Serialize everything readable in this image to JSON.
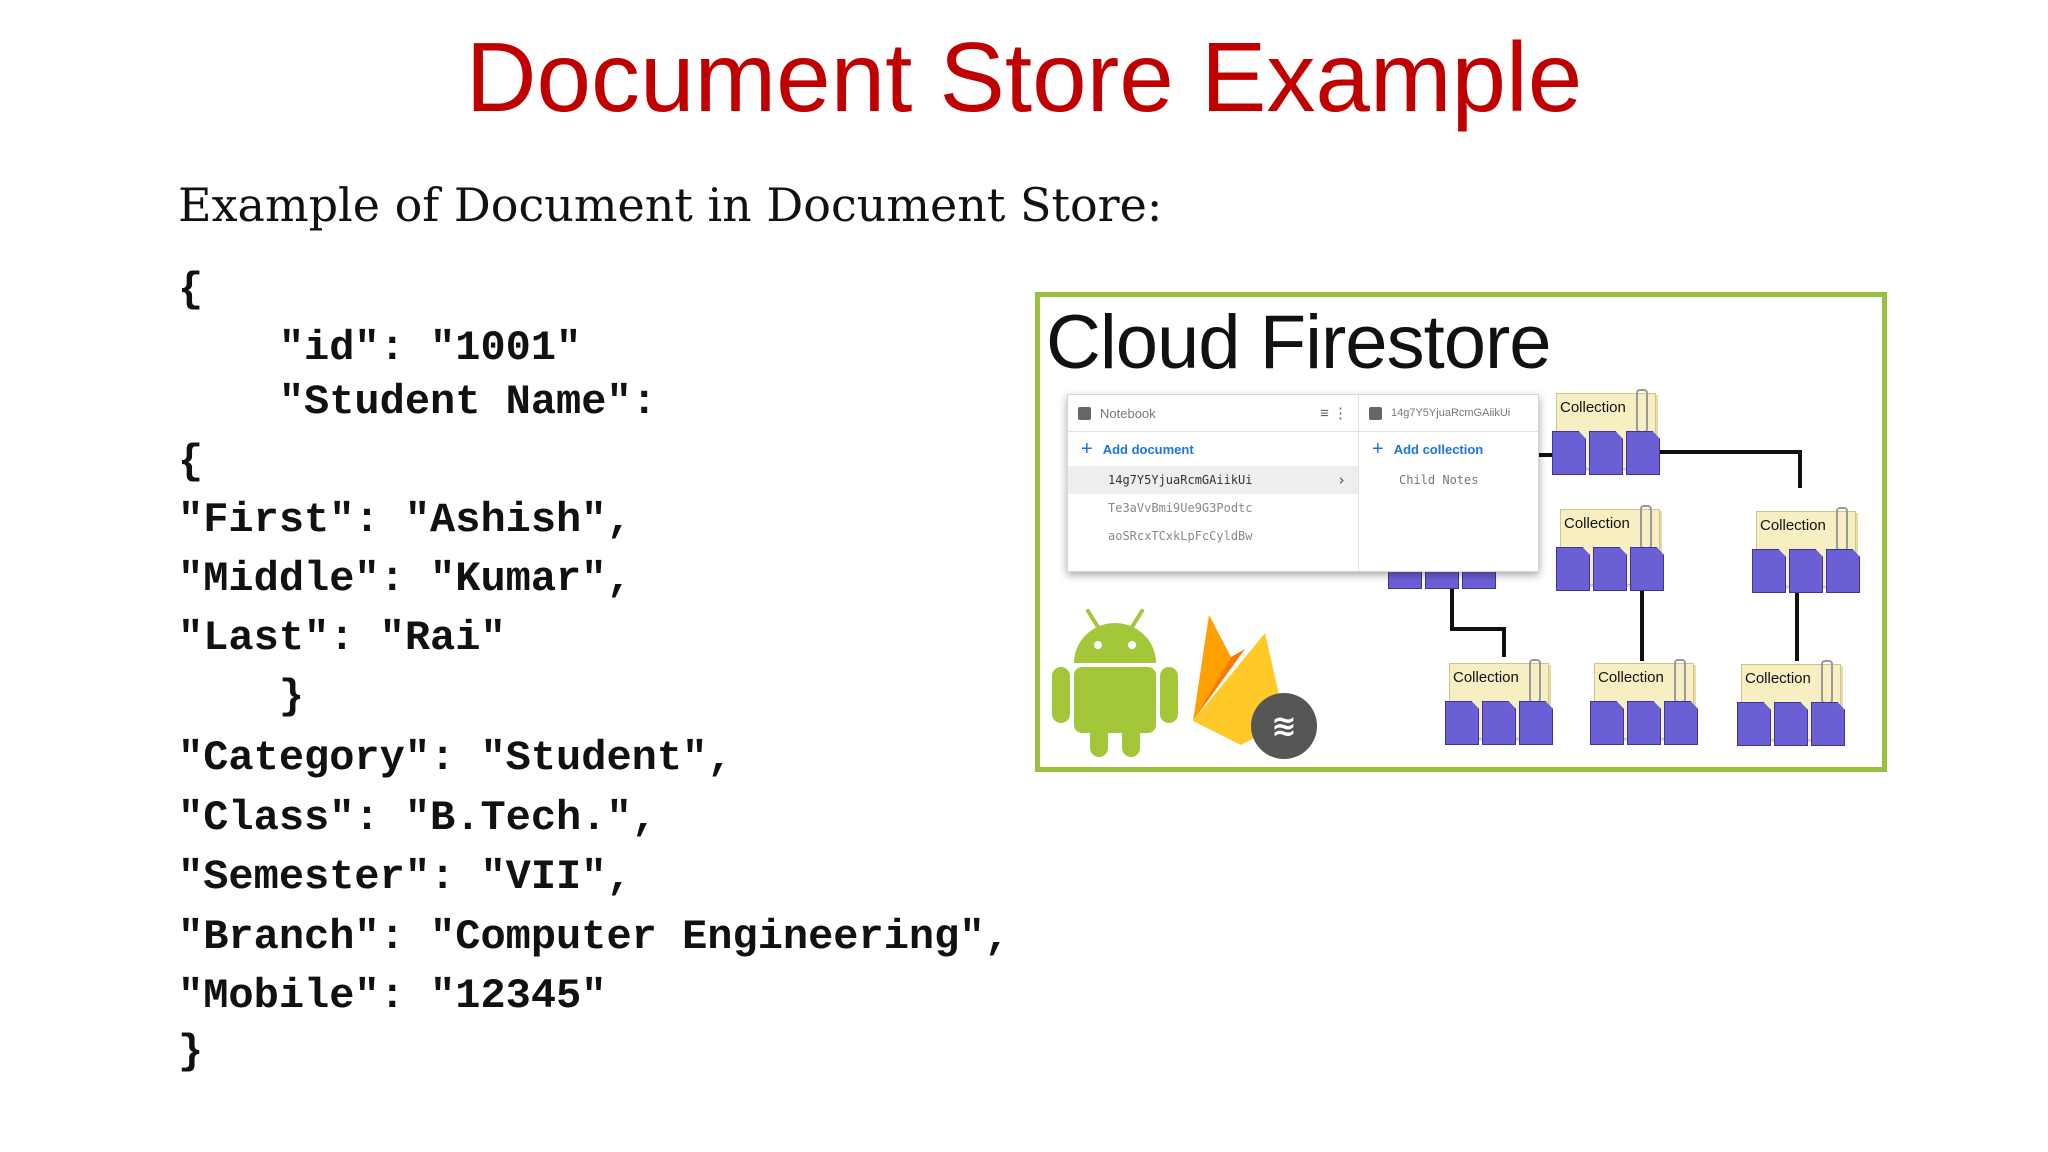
{
  "slide": {
    "title": "Document Store Example",
    "subheading": "Example of Document in Document Store:"
  },
  "code_lines": [
    "{",
    "    \"id\": \"1001\"",
    "    \"Student Name\":",
    "{",
    "\"First\": \"Ashish\",",
    "\"Middle\": \"Kumar\",",
    "\"Last\": \"Rai\"",
    "    }",
    "\"Category\": \"Student\",",
    "\"Class\": \"B.Tech.\",",
    "\"Semester\": \"VII\",",
    "\"Branch\": \"Computer Engineering\",",
    "\"Mobile\": \"12345\"",
    "}"
  ],
  "firestore": {
    "title": "Cloud Firestore",
    "left_column": {
      "header": "Notebook",
      "add_label": "Add document",
      "documents": [
        "14g7Y5YjuaRcmGAiikUi",
        "Te3aVvBmi9Ue9G3Podtc",
        "aoSRcxTCxkLpFcCyldBw"
      ],
      "selected_index": 0
    },
    "right_column": {
      "header": "14g7Y5YjuaRcmGAiikUi",
      "add_label": "Add collection",
      "items": [
        "Child Notes"
      ]
    },
    "collection_label": "Collection",
    "accent_color": "#99c13d",
    "link_color": "#1a73e8",
    "document_color": "#6b5fd6",
    "icons": [
      "android-robot-icon",
      "firebase-flame-icon",
      "firestore-badge-icon"
    ]
  }
}
